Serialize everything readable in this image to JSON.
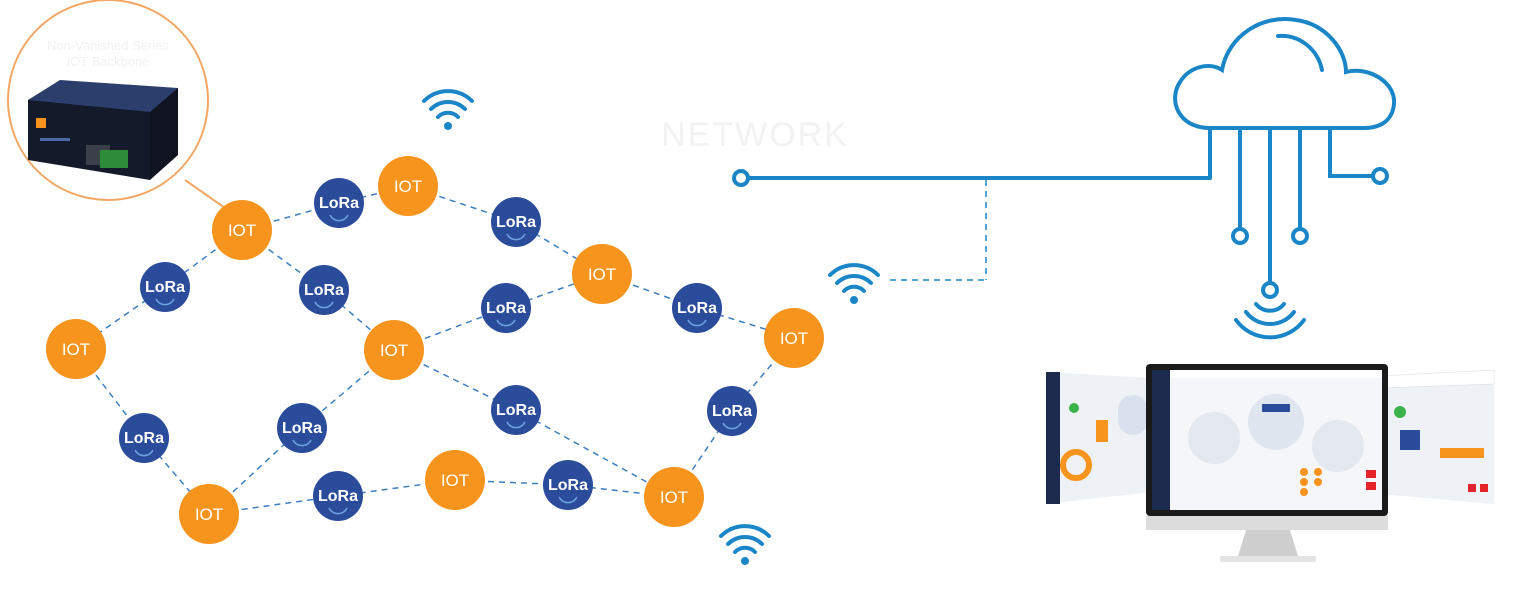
{
  "colors": {
    "iot_node": "#f7941d",
    "lora_node": "#2b4c9b",
    "link": "#3d7fc1",
    "wifi": "#1a86c7",
    "cloud": "#1a86c7",
    "callout": "#f2a766"
  },
  "router_callout": {
    "line1": "Non-Vanished Series",
    "line2": "IOT Backbone"
  },
  "nodes": {
    "iot_label": "IOT",
    "lora_label": "LoRa"
  },
  "network_label": "NETWORK",
  "icons": [
    "wifi-icon",
    "cloud-icon",
    "router-device",
    "dashboard-monitor"
  ]
}
